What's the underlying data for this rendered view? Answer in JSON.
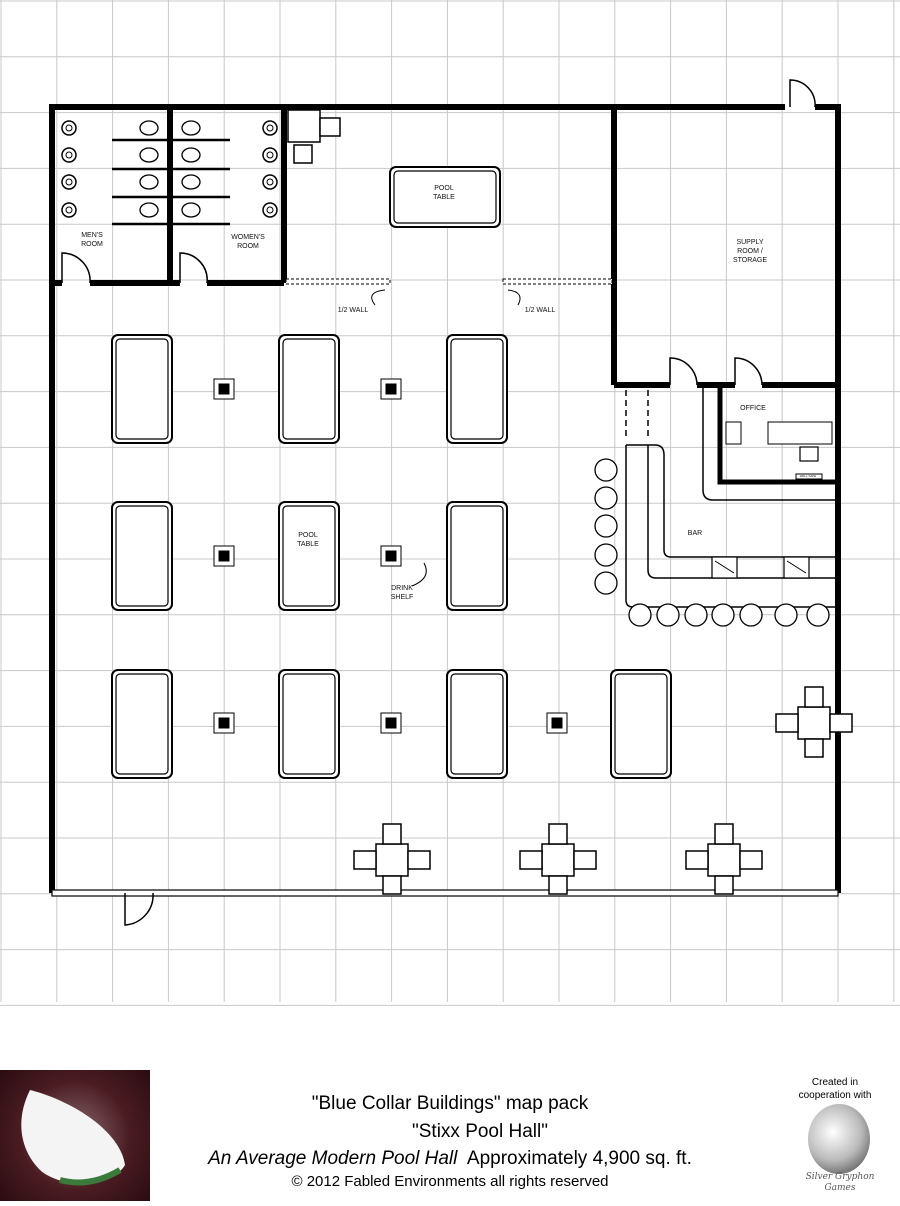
{
  "labels": {
    "mens_room": [
      "MEN'S",
      "ROOM"
    ],
    "womens_room": [
      "WOMEN'S",
      "ROOM"
    ],
    "pool_table": [
      "POOL",
      "TABLE"
    ],
    "half_wall": "1/2 WALL",
    "supply_room": [
      "SUPPLY",
      "ROOM /",
      "STORAGE"
    ],
    "office": "OFFICE",
    "wall_safe": "WALL SAFE",
    "bar": "BAR",
    "drink_shelf": [
      "DRINK",
      "SHELF"
    ]
  },
  "footer": {
    "pack": "\"Blue Collar Buildings\" map pack",
    "name": "\"Stixx Pool Hall\"",
    "subtitle_italic": "An Average Modern Pool Hall",
    "area": "Approximately 4,900 sq. ft.",
    "copyright": "© 2012 Fabled Environments all rights reserved"
  },
  "logos": {
    "left": "Fabled Environments",
    "right_caption": [
      "Created in",
      "cooperation with"
    ],
    "right": "Silver Gryphon Games"
  },
  "colors": {
    "wall": "#000000",
    "grid": "#c8c8c8",
    "logo_left_bg": "#4a1c22"
  }
}
